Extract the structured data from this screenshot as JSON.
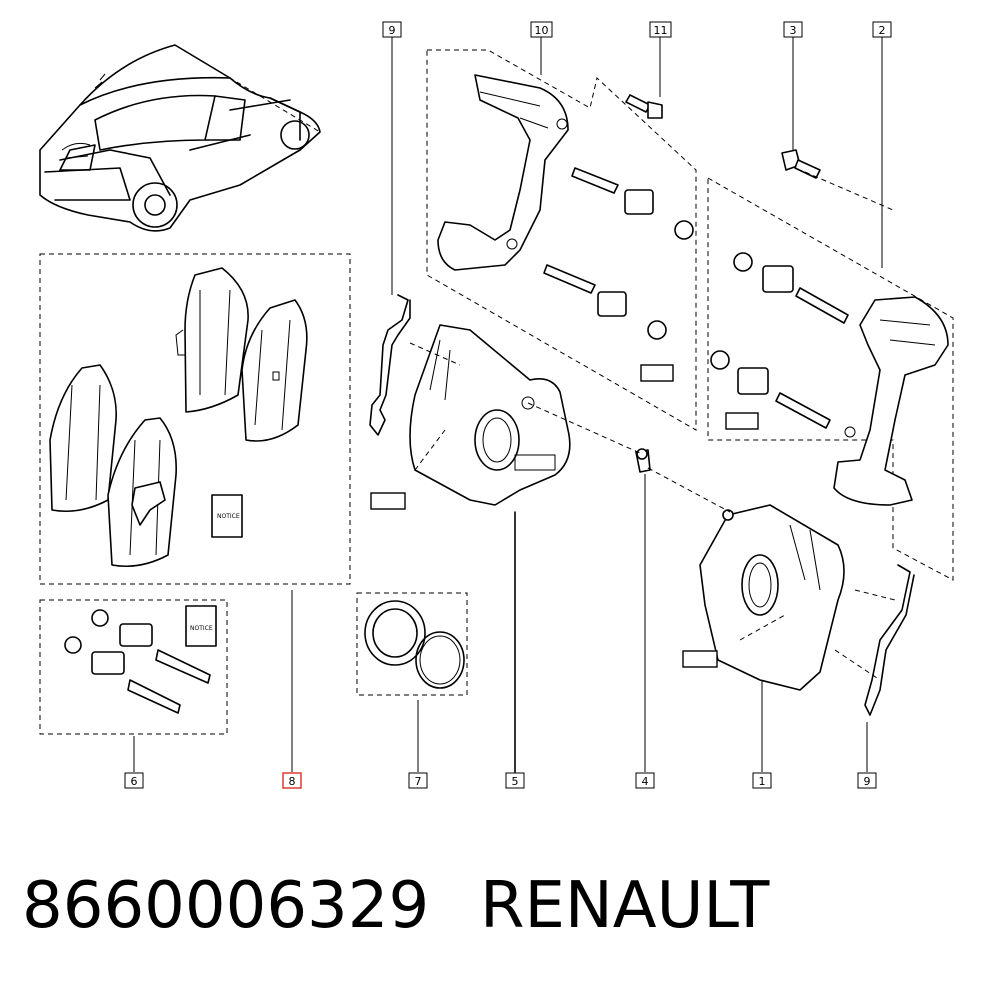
{
  "labels": {
    "l9_top": "9",
    "l10": "10",
    "l11": "11",
    "l3": "3",
    "l2": "2",
    "l6": "6",
    "l8": "8",
    "l7": "7",
    "l5": "5",
    "l4": "4",
    "l1": "1",
    "l9_bottom": "9"
  },
  "notice_text": "NOTICE",
  "footer": {
    "part_number": "8660006329",
    "brand": "RENAULT"
  },
  "highlight_color": "#d93025"
}
